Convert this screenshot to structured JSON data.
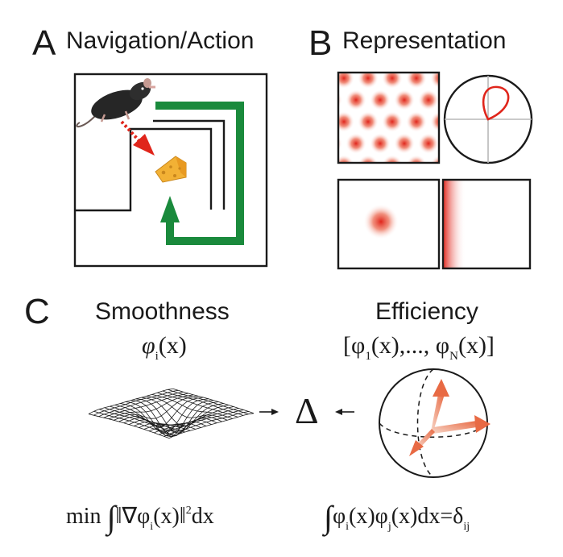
{
  "panel_a": {
    "letter": "A",
    "title": "Navigation/Action"
  },
  "panel_b": {
    "letter": "B",
    "title": "Representation"
  },
  "panel_c": {
    "letter": "C",
    "smoothness": {
      "title": "Smoothness",
      "function": {
        "phi": "φ",
        "sub": "i",
        "arg": "(x)"
      },
      "formula": {
        "min": "min",
        "integral": "∫",
        "body": "‖∇φ",
        "sub": "i",
        "tail": "(x)‖",
        "sup": "2",
        "dx": "dx"
      }
    },
    "efficiency": {
      "title": "Efficiency",
      "vector": {
        "open": "[φ",
        "sub1": "1",
        "mid": "(x),..., φ",
        "subN": "N",
        "close": "(x)]"
      },
      "formula": {
        "integral": "∫",
        "phi1": "φ",
        "sub_i": "i",
        "x1": "(x)φ",
        "sub_j": "j",
        "x2": "(x)dx=δ",
        "sub_ij": "ij"
      }
    },
    "center_symbol": "Δ"
  },
  "colors": {
    "maze_path": "#1a8a3c",
    "firing_red": "#e0251b",
    "cheese": "#f2b135",
    "ink": "#1a1a1a"
  },
  "icons": [
    "mouse-icon",
    "cheese-icon",
    "direction-arrow-icon"
  ]
}
